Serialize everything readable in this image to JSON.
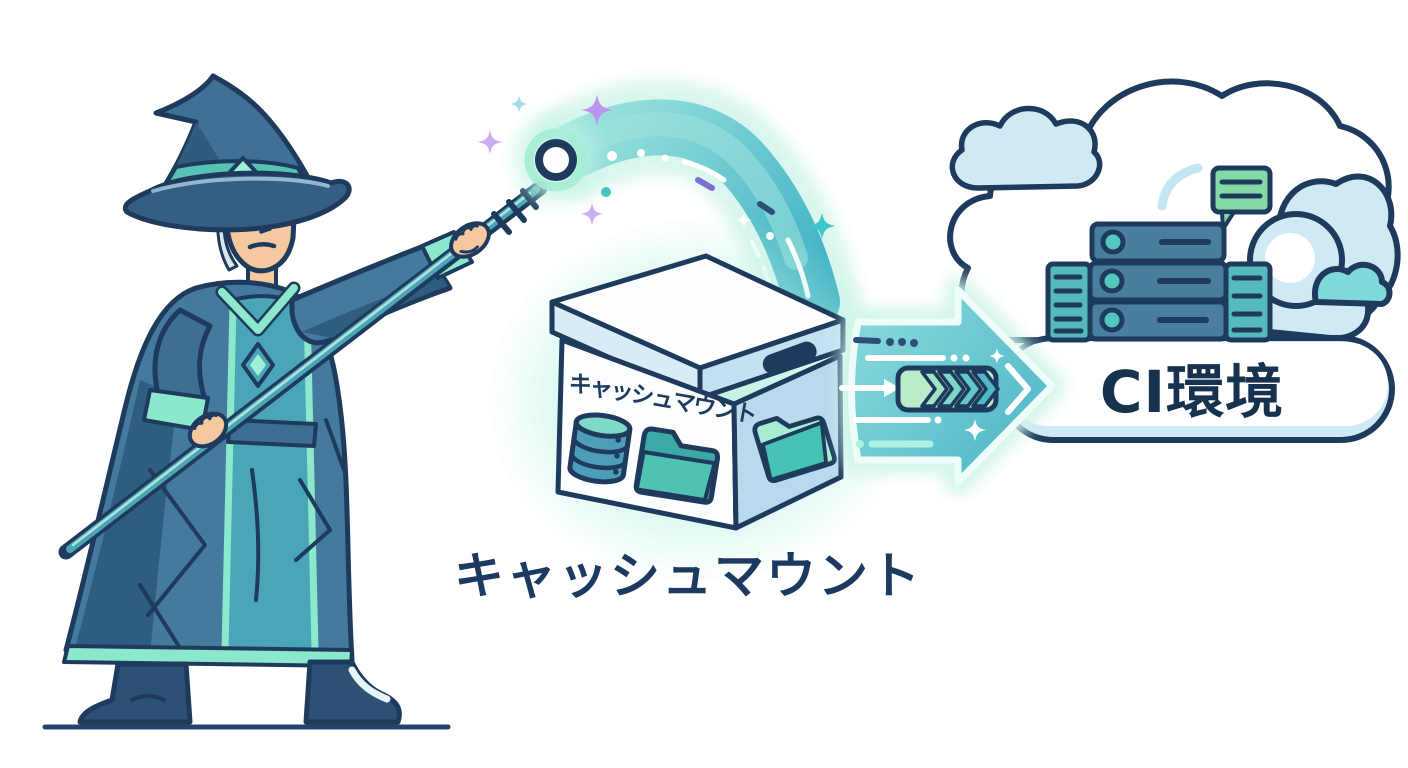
{
  "illustration": {
    "caption": "キャッシュマウント",
    "cache_box": {
      "label": "キャッシュマウント",
      "icons": [
        "database-icon",
        "folder-icon",
        "folder-side-icon",
        "handle-cutout-icon"
      ]
    },
    "cloud": {
      "label": "CI環境",
      "icons": [
        "cloud-icon",
        "mini-cloud-icon",
        "speech-bubble-icon",
        "server-rack-icon",
        "puff-cloud-icon"
      ]
    },
    "wizard": {
      "icons": [
        "wizard-hat-icon",
        "magic-staff-icon",
        "glow-orb-icon"
      ]
    },
    "magic": {
      "icons": [
        "magic-stream",
        "sparkle-icon",
        "flow-arrow-icon",
        "chevron-badge-icon"
      ]
    },
    "colors": {
      "background": "#ffffff",
      "outline_navy": "#1e3a5c",
      "text_navy": "#1c3960",
      "robe_blue": "#447a9e",
      "robe_shadow": "#2f5d80",
      "inner_robe_teal": "#4aa6b6",
      "mint_trim": "#8ce8cc",
      "skin": "#f6c8a0",
      "hair_silver": "#d9e7ee",
      "stream_teal": "#3fb0c4",
      "arrow_teal": "#4cb5c6",
      "glow_mint": "#c9f3e7",
      "box_side_blue": "#b9d9ec",
      "lid_skirt_blue": "#d8ecf6",
      "cloud_light_blue": "#cfeaf5",
      "server_slate": "#4a7e9e",
      "server_panel_teal": "#56b9c0",
      "speech_green": "#85d9a6",
      "badge_green": "#b9ecca",
      "sparkle_purple": "#bd95ee",
      "sparkle_lavender": "#c9aef2",
      "sparkle_blue": "#a8dcec",
      "sparkle_teal": "#3fc6c6"
    }
  }
}
